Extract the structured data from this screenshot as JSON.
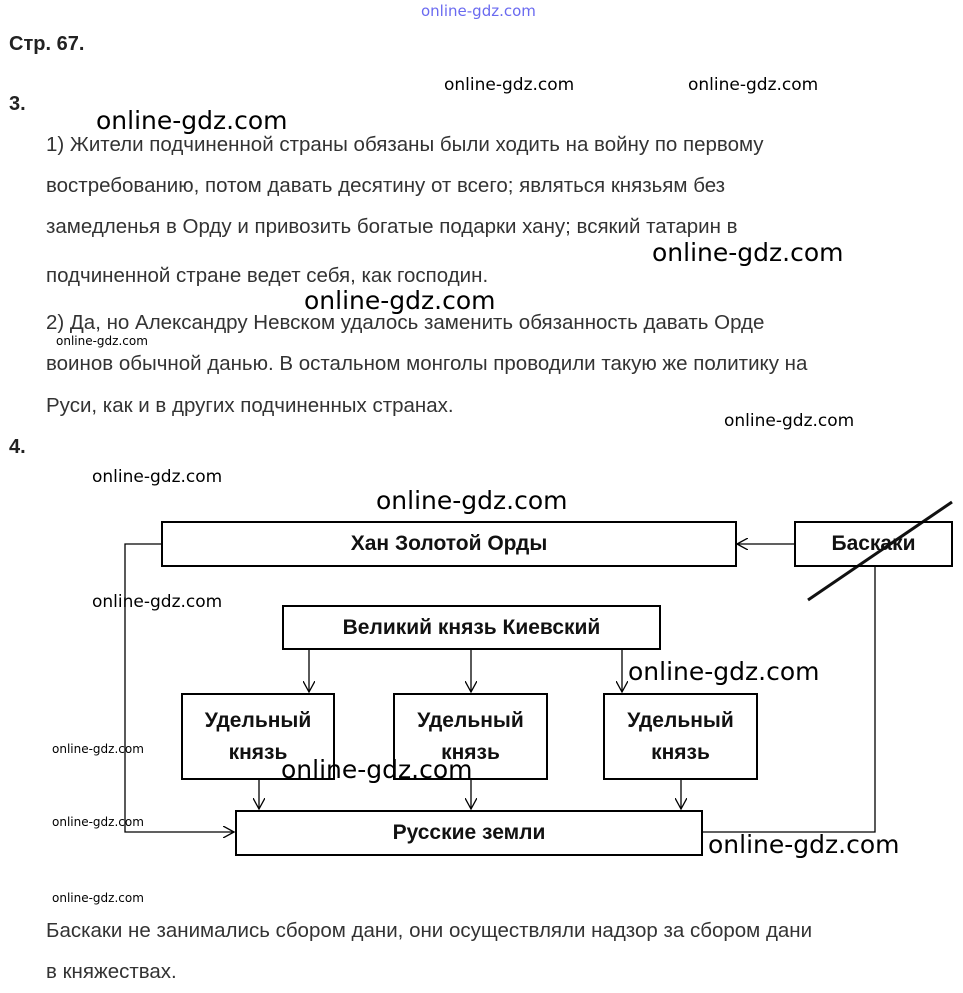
{
  "header": {
    "watermark_top": "online-gdz.com",
    "page_label": "Стр. 67."
  },
  "task3": {
    "number": "3.",
    "lines": [
      "1) Жители подчиненной страны обязаны были ходить на войну по первому",
      "востребованию, потом давать десятину от всего; являться князьям без",
      "замедленья в Орду и привозить богатые подарки хану; всякий татарин в",
      "подчиненной стране ведет себя, как господин.",
      "2) Да, но Александру Невском удалось заменить обязанность давать Орде",
      "воинов обычной данью. В остальном монголы проводили такую же политику на",
      "Руси, как и в других подчиненных странах."
    ]
  },
  "task4": {
    "number": "4.",
    "diagram": {
      "khan": "Хан Золотой Орды",
      "baskaki": "Баскаки",
      "grand_prince": "Великий князь Киевский",
      "appanage_1": "Удельный князь",
      "appanage_2": "Удельный князь",
      "appanage_3": "Удельный князь",
      "russian_lands": "Русские земли"
    },
    "note_lines": [
      "Баскаки не занимались сбором дани, они осуществляли надзор за сбором дани",
      "в княжествах."
    ]
  },
  "watermarks": [
    "online-gdz.com"
  ]
}
